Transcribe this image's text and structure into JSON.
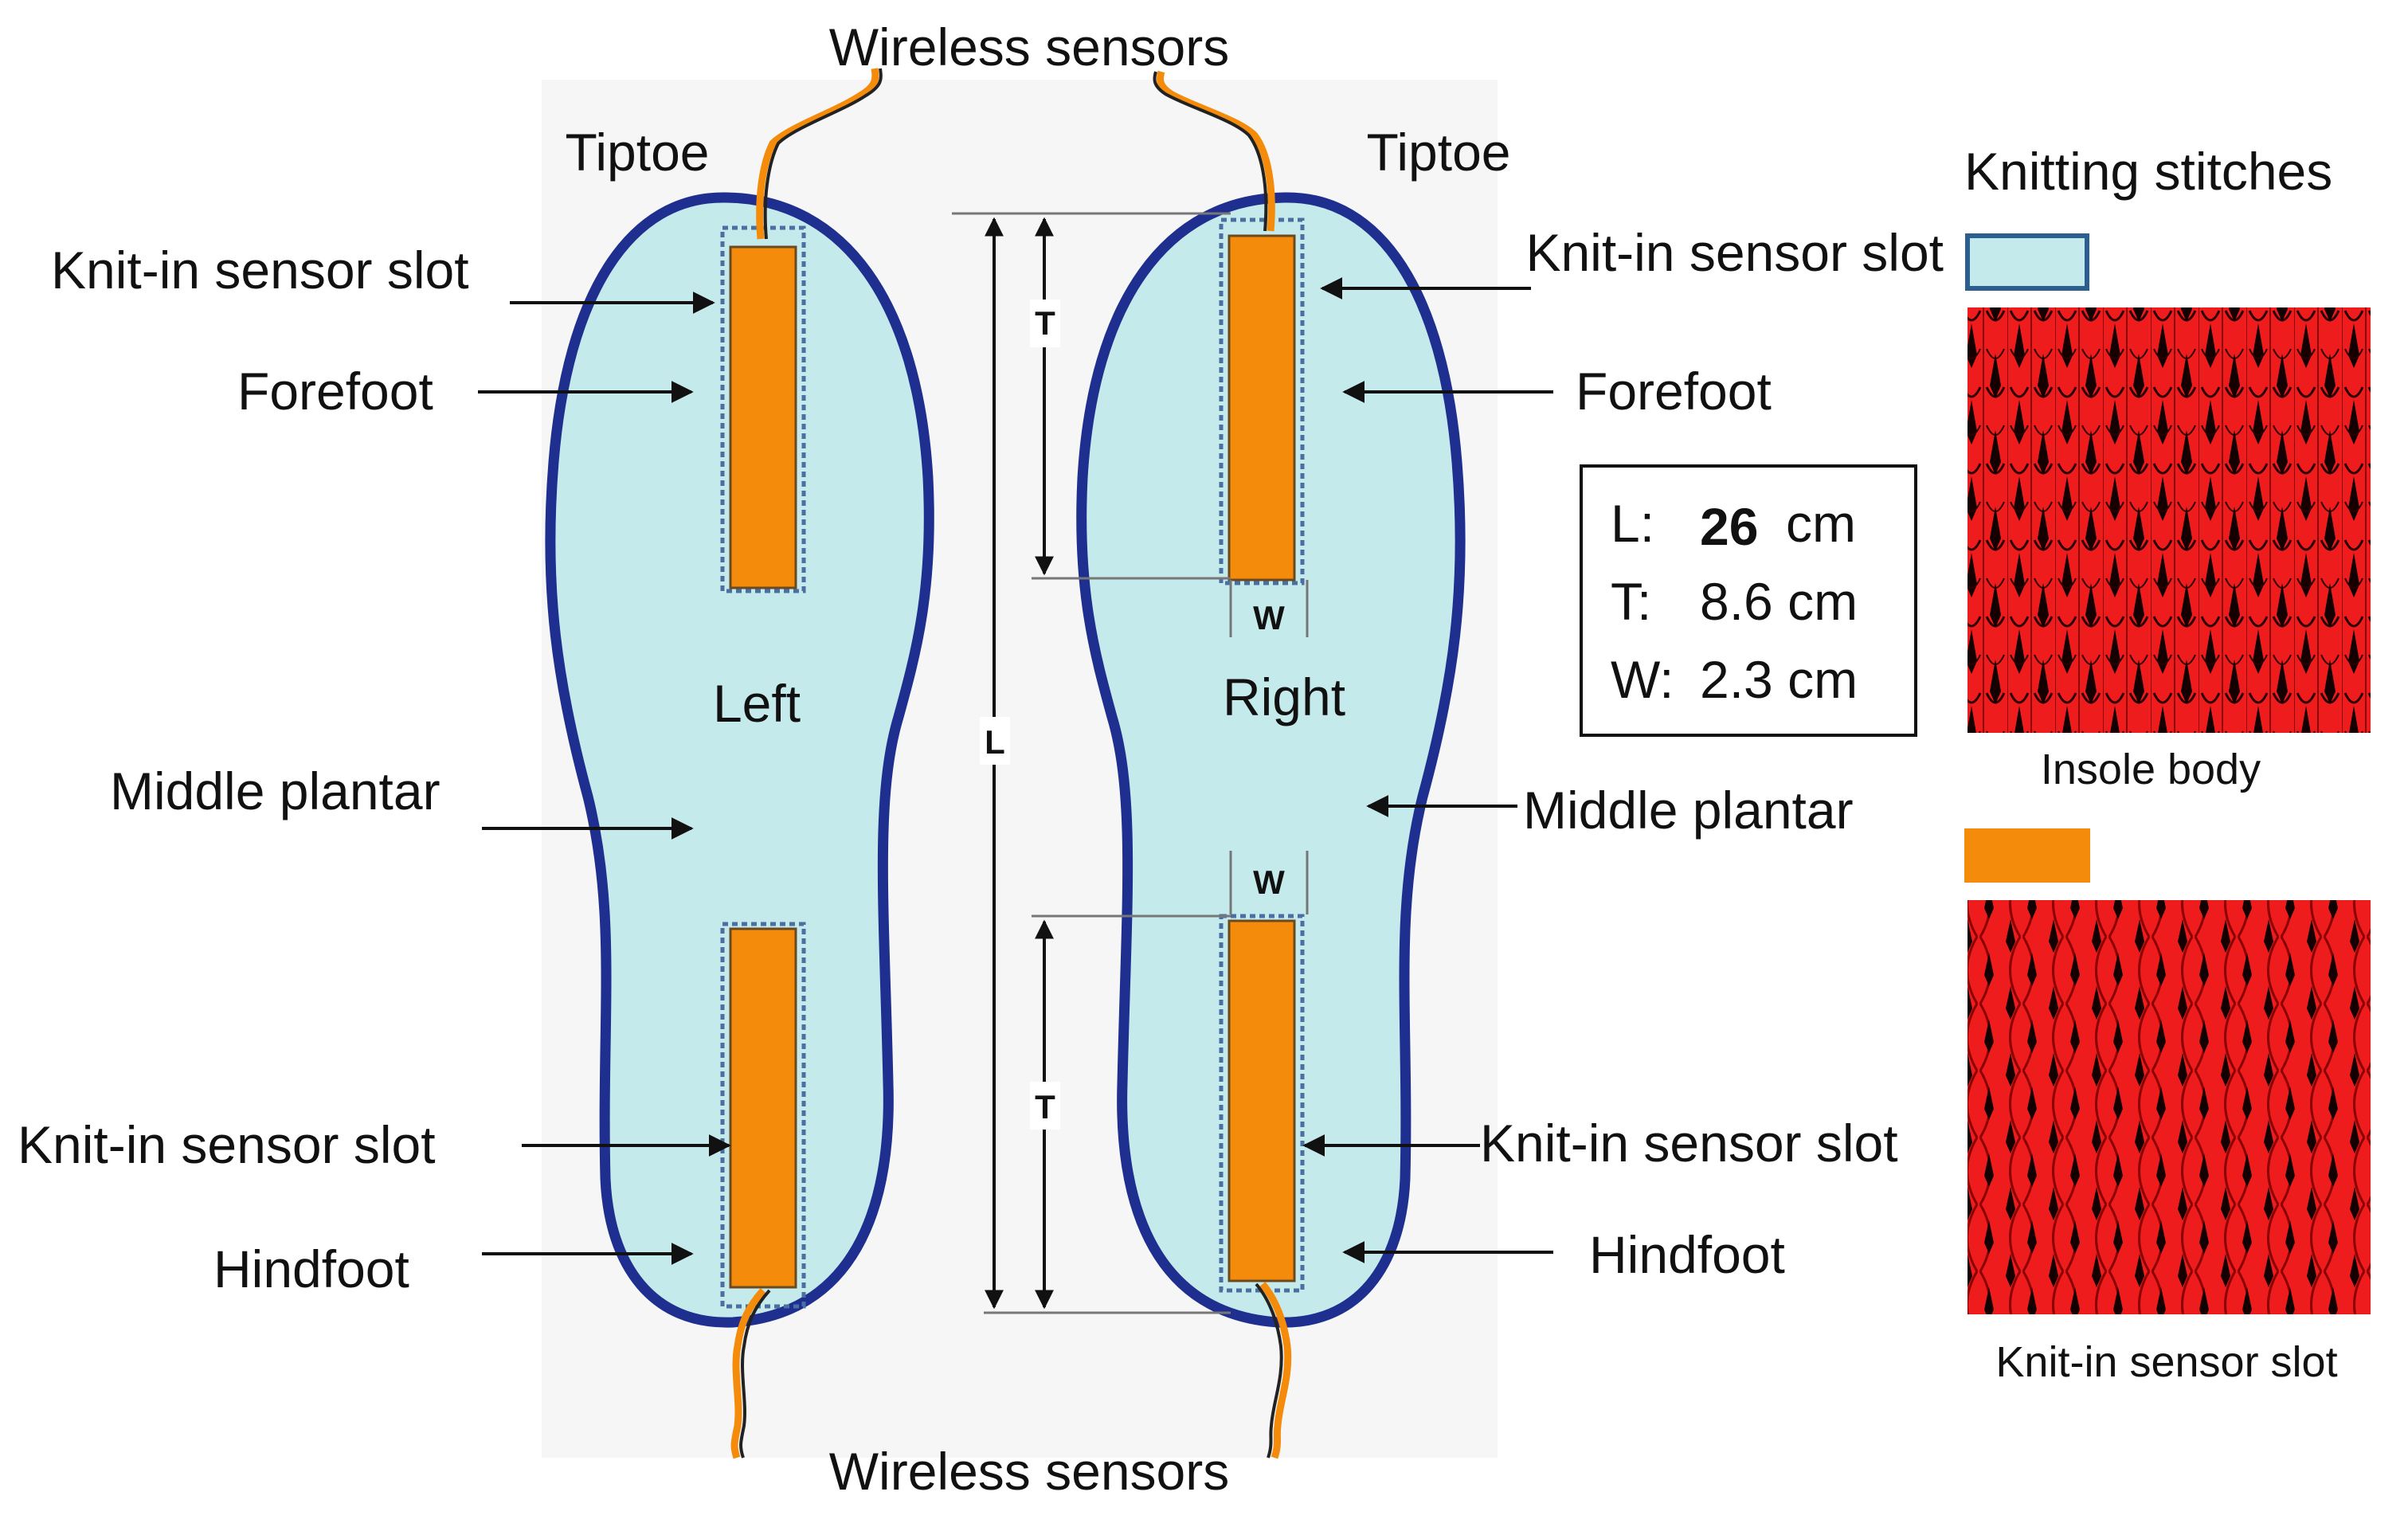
{
  "labels": {
    "wireless_top": "Wireless sensors",
    "wireless_bottom": "Wireless sensors",
    "tiptoe_left": "Tiptoe",
    "tiptoe_right": "Tiptoe",
    "slot_top_left": "Knit-in sensor slot",
    "slot_top_right": "Knit-in sensor slot",
    "slot_bottom_left": "Knit-in sensor slot",
    "slot_bottom_right": "Knit-in sensor slot",
    "forefoot_left": "Forefoot",
    "forefoot_right": "Forefoot",
    "left": "Left",
    "right": "Right",
    "middle_left": "Middle plantar",
    "middle_right": "Middle plantar",
    "hindfoot_left": "Hindfoot",
    "hindfoot_right": "Hindfoot"
  },
  "dimensions": {
    "L": "L",
    "T_top": "T",
    "T_bottom": "T",
    "W_top": "W",
    "W_bottom": "W"
  },
  "size_box": {
    "L_key": "L:",
    "L_value": "26",
    "L_unit": "cm",
    "T_key": "T:",
    "T_value": "8.6 cm",
    "W_key": "W:",
    "W_value": "2.3 cm"
  },
  "legend": {
    "title": "Knitting stitches",
    "insole_body": "Insole body",
    "sensor_slot": "Knit-in sensor slot"
  },
  "colors": {
    "insole_fill": "#c5eaec",
    "insole_outline": "#1f2f8f",
    "slot_fill": "#f58b0a",
    "knit_red": "#ee1c1c",
    "knit_dark": "#140000",
    "legend_outline": "#2b5f8f"
  }
}
